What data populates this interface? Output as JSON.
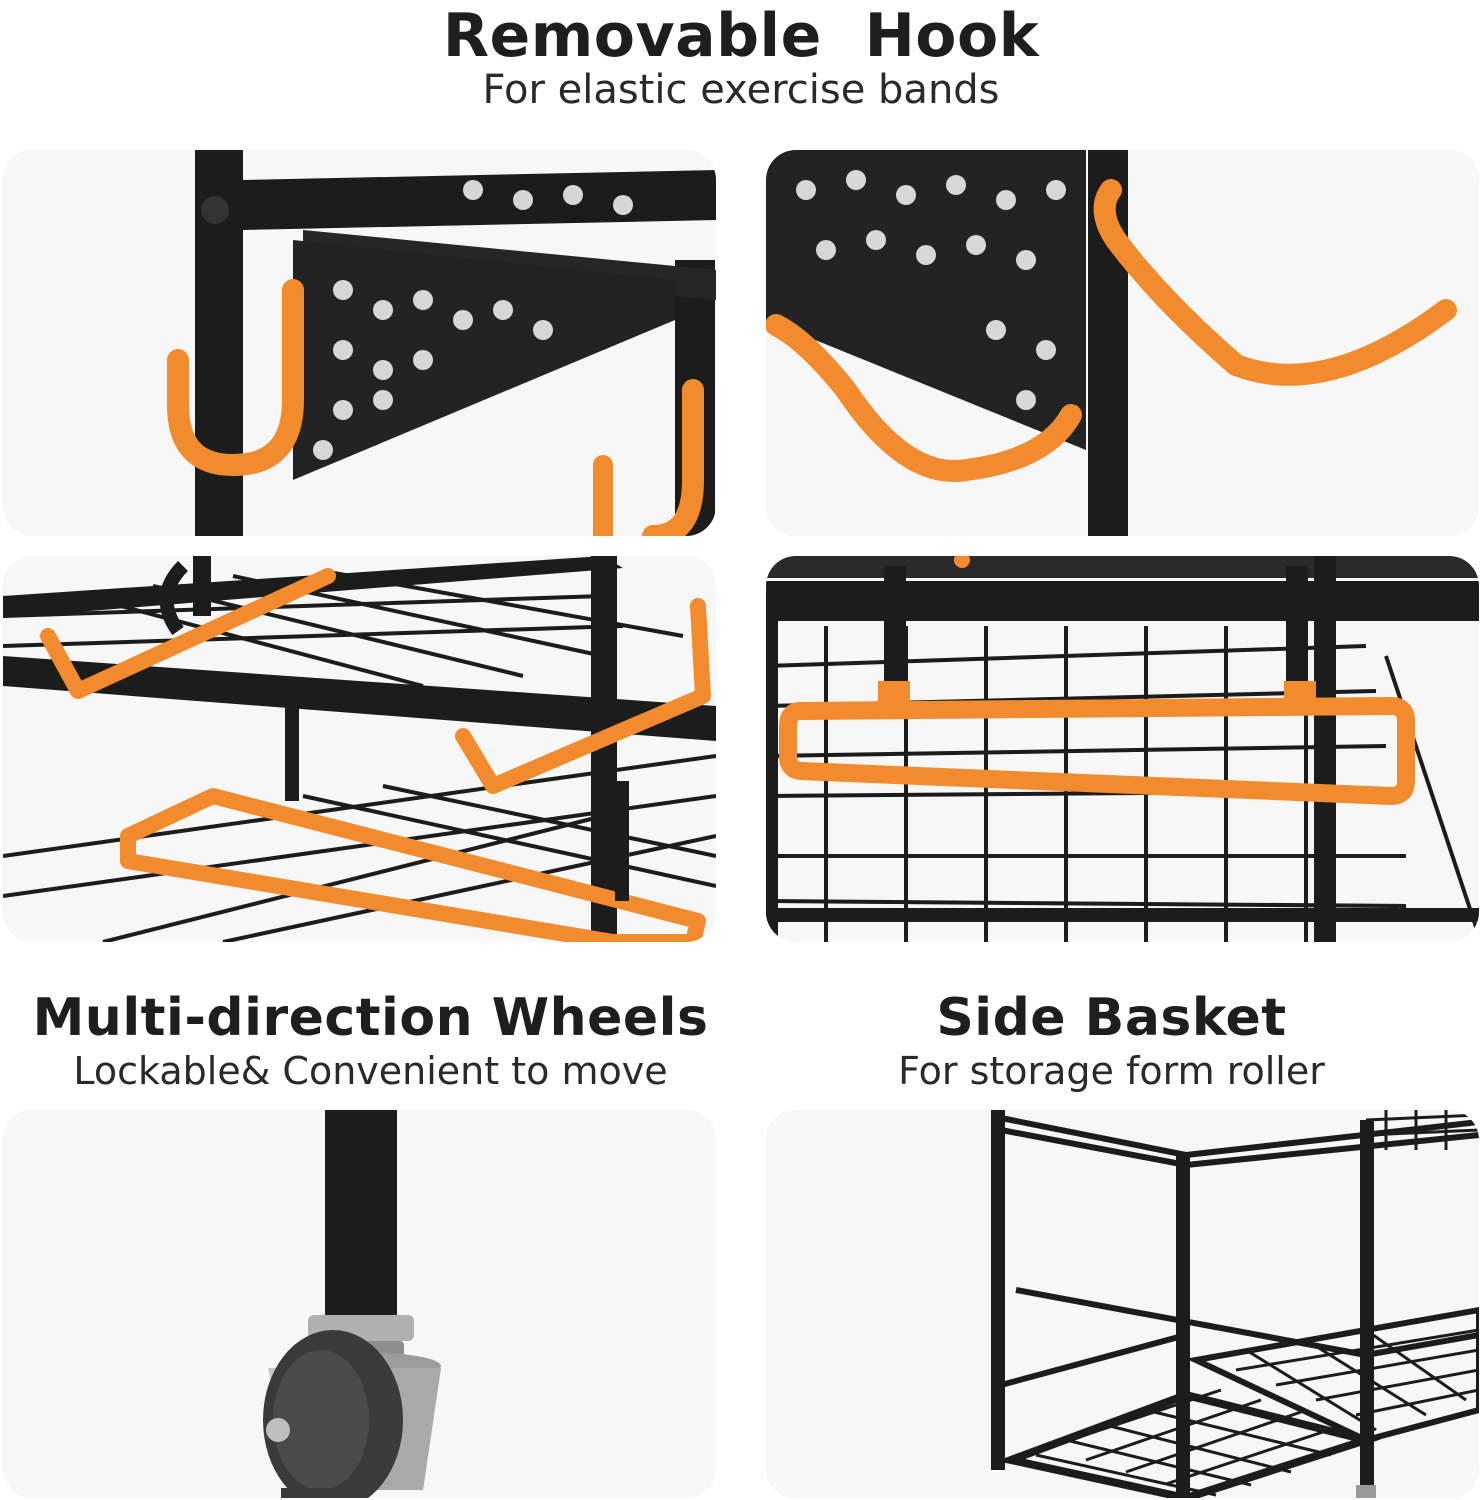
{
  "hook_section": {
    "title": "Removable  Hook",
    "subtitle": "For elastic exercise bands"
  },
  "wheels_section": {
    "title": "Multi-direction Wheels",
    "subtitle": "Lockable& Convenient to move"
  },
  "basket_section": {
    "title": "Side Basket",
    "subtitle": "For storage form roller"
  },
  "colors": {
    "hook_orange": "#f28a2e",
    "frame_black": "#1c1c1c",
    "panel_bg": "#f7f7f7"
  }
}
